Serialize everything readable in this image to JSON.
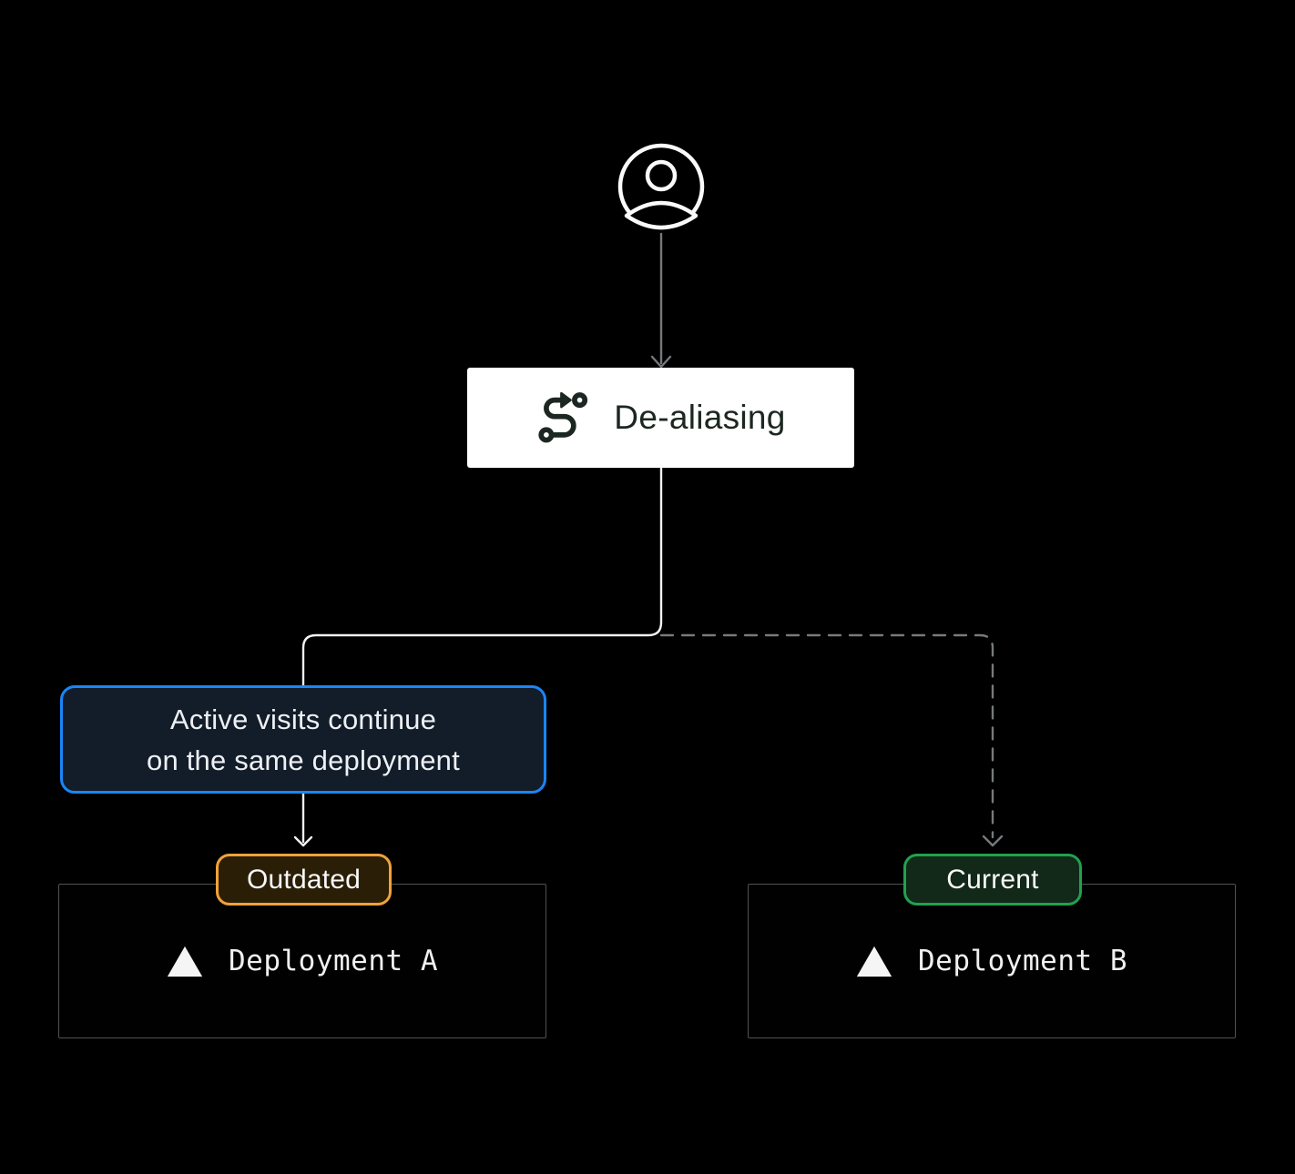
{
  "colors": {
    "bg": "#000000",
    "line-gray": "#767a7d",
    "line-white": "#f2f2f2",
    "dealias-bg": "#ffffff",
    "dealias-text": "#1c2721",
    "note-border": "#1a86f5",
    "note-bg": "#131d29",
    "note-text": "#edf0f4",
    "outdated-border": "#f0a23c",
    "outdated-bg": "#2b1e07",
    "current-border": "#20a24e",
    "current-bg": "#122818",
    "badge-text": "#fafafa",
    "dep-border": "#4e5350",
    "dep-bg": "#010101",
    "dep-text": "#f0f0f0"
  },
  "nodes": {
    "user": {
      "icon": "user-circle-icon"
    },
    "dealiasing": {
      "label": "De-aliasing",
      "icon": "route-icon"
    },
    "note": {
      "line1": "Active visits continue",
      "line2": "on the same deployment"
    },
    "outdated_badge": {
      "label": "Outdated"
    },
    "current_badge": {
      "label": "Current"
    },
    "deployment_a": {
      "label": "Deployment A",
      "icon": "vercel-triangle-icon"
    },
    "deployment_b": {
      "label": "Deployment B",
      "icon": "vercel-triangle-icon"
    }
  },
  "connectors": {
    "user_to_dealiasing": "solid-gray-arrow",
    "dealiasing_to_outdated": "solid-white-arrow",
    "dealiasing_to_current": "dashed-gray-arrow"
  }
}
